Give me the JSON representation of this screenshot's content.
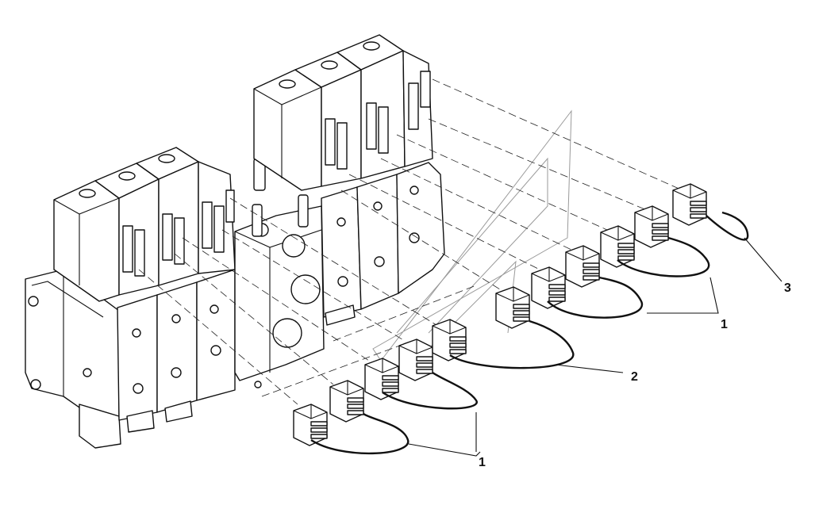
{
  "diagram": {
    "callouts": [
      {
        "id": "c1a",
        "label": "1"
      },
      {
        "id": "c2",
        "label": "2"
      },
      {
        "id": "c3",
        "label": "3"
      },
      {
        "id": "c1b",
        "label": "1"
      }
    ]
  }
}
